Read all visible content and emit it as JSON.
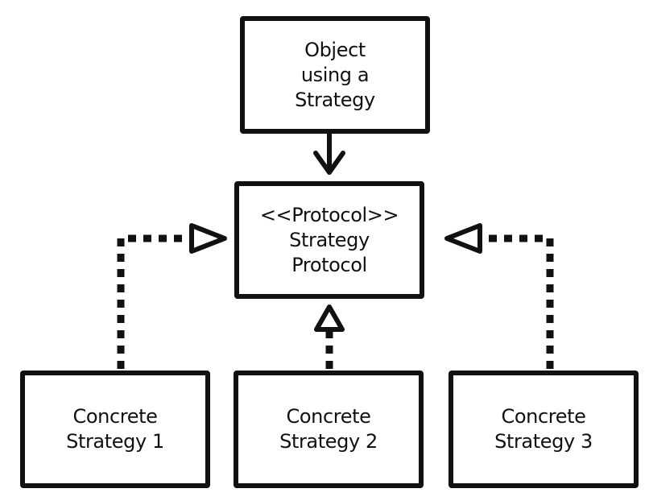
{
  "diagram": {
    "object_box": {
      "lines": [
        "Object",
        "using a",
        "Strategy"
      ]
    },
    "protocol_box": {
      "lines": [
        "<<Protocol>>",
        "Strategy",
        "Protocol"
      ]
    },
    "concrete_boxes": [
      {
        "lines": [
          "Concrete",
          "Strategy 1"
        ]
      },
      {
        "lines": [
          "Concrete",
          "Strategy 2"
        ]
      },
      {
        "lines": [
          "Concrete",
          "Strategy 3"
        ]
      }
    ],
    "colors": {
      "stroke": "#111111",
      "background": "#ffffff"
    }
  }
}
